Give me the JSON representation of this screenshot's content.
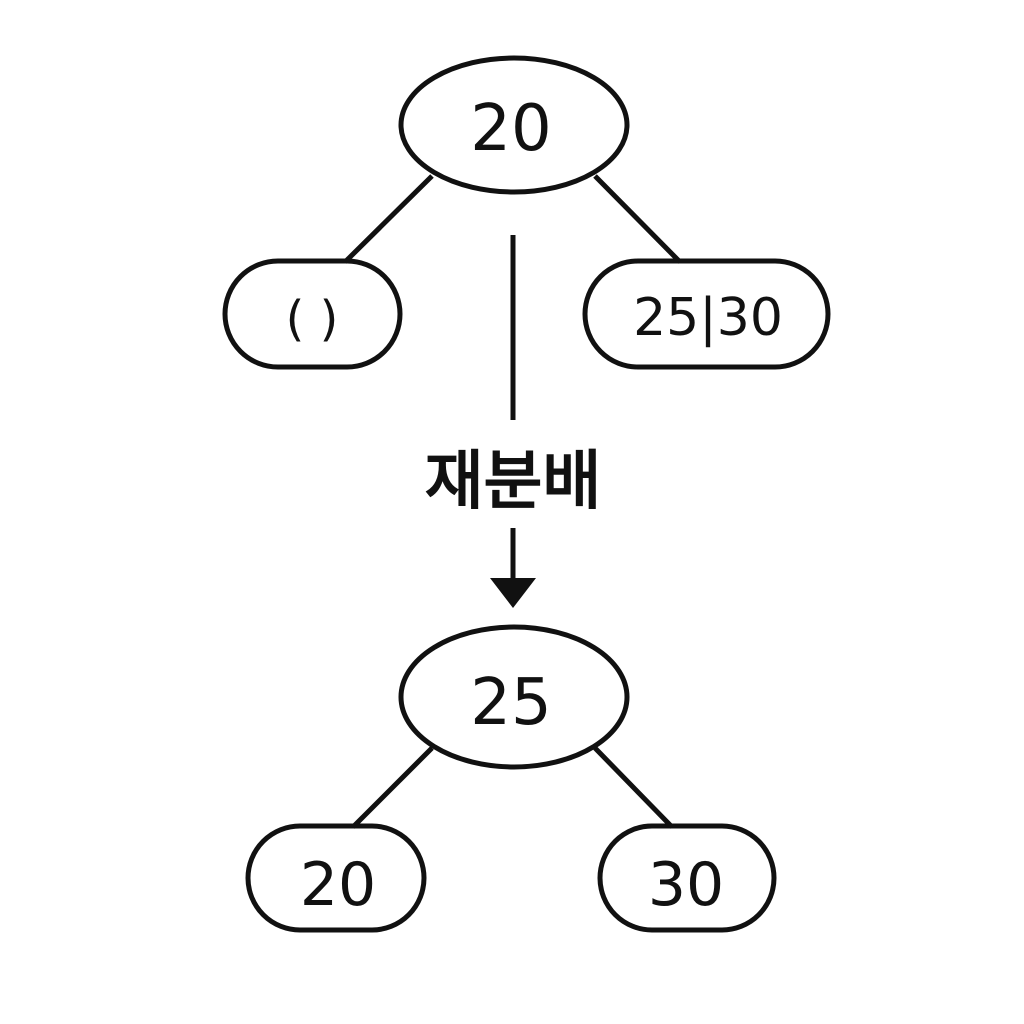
{
  "before": {
    "root": "20",
    "left": "( )",
    "right": "25|30"
  },
  "arrow_label": "재분배",
  "after": {
    "root": "25",
    "left": "20",
    "right": "30"
  },
  "colors": {
    "stroke": "#111111",
    "background": "#ffffff"
  }
}
